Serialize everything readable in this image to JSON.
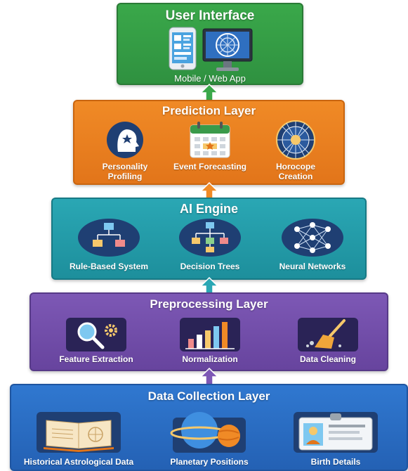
{
  "ui_layer": {
    "title": "User Interface",
    "caption": "Mobile / Web App",
    "icons": [
      "smartphone-icon",
      "monitor-icon"
    ],
    "color": "#3aa84a"
  },
  "prediction_layer": {
    "title": "Prediction Layer",
    "color": "#f08a26",
    "items": [
      {
        "label_line1": "Personality",
        "label_line2": "Profiling",
        "icon": "head-star-icon"
      },
      {
        "label_line1": "Event Forecasting",
        "label_line2": "",
        "icon": "calendar-icon"
      },
      {
        "label_line1": "Horocope",
        "label_line2": "Creation",
        "icon": "zodiac-wheel-icon"
      }
    ]
  },
  "ai_layer": {
    "title": "AI Engine",
    "color": "#2aa7b4",
    "items": [
      {
        "label": "Rule-Based System",
        "icon": "flowchart-icon"
      },
      {
        "label": "Decision Trees",
        "icon": "tree-diagram-icon"
      },
      {
        "label": "Neural Networks",
        "icon": "neural-network-icon"
      }
    ]
  },
  "preprocessing_layer": {
    "title": "Preprocessing Layer",
    "color": "#7d58b5",
    "items": [
      {
        "label": "Feature Extraction",
        "icon": "magnifier-gear-icon"
      },
      {
        "label": "Normalization",
        "icon": "bar-chart-icon"
      },
      {
        "label": "Data Cleaning",
        "icon": "broom-icon"
      }
    ]
  },
  "data_layer": {
    "title": "Data Collection Layer",
    "color": "#3078d0",
    "items": [
      {
        "label": "Historical Astrological Data",
        "icon": "open-book-icon"
      },
      {
        "label": "Planetary Positions",
        "icon": "planets-icon"
      },
      {
        "label": "Birth Details",
        "icon": "id-card-icon"
      }
    ]
  }
}
